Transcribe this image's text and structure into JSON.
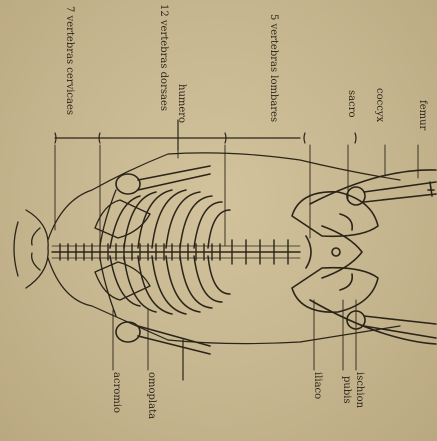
{
  "figure": {
    "labels": {
      "cervical": "7 vertebras cervicaes",
      "dorsal": "12 vertebras dorsaes",
      "humero": "humero",
      "lumbar": "5 vertebras lombares",
      "sacro": "sacro",
      "coccyx": "coccyx",
      "femur": "femur",
      "acromio": "acromio",
      "omoplata": "omoplata",
      "iliaco": "iliaco",
      "pubis": "pubis",
      "ischion": "ischion"
    }
  },
  "colors": {
    "paper": "#c4b48f",
    "ink": "#2a2419"
  }
}
